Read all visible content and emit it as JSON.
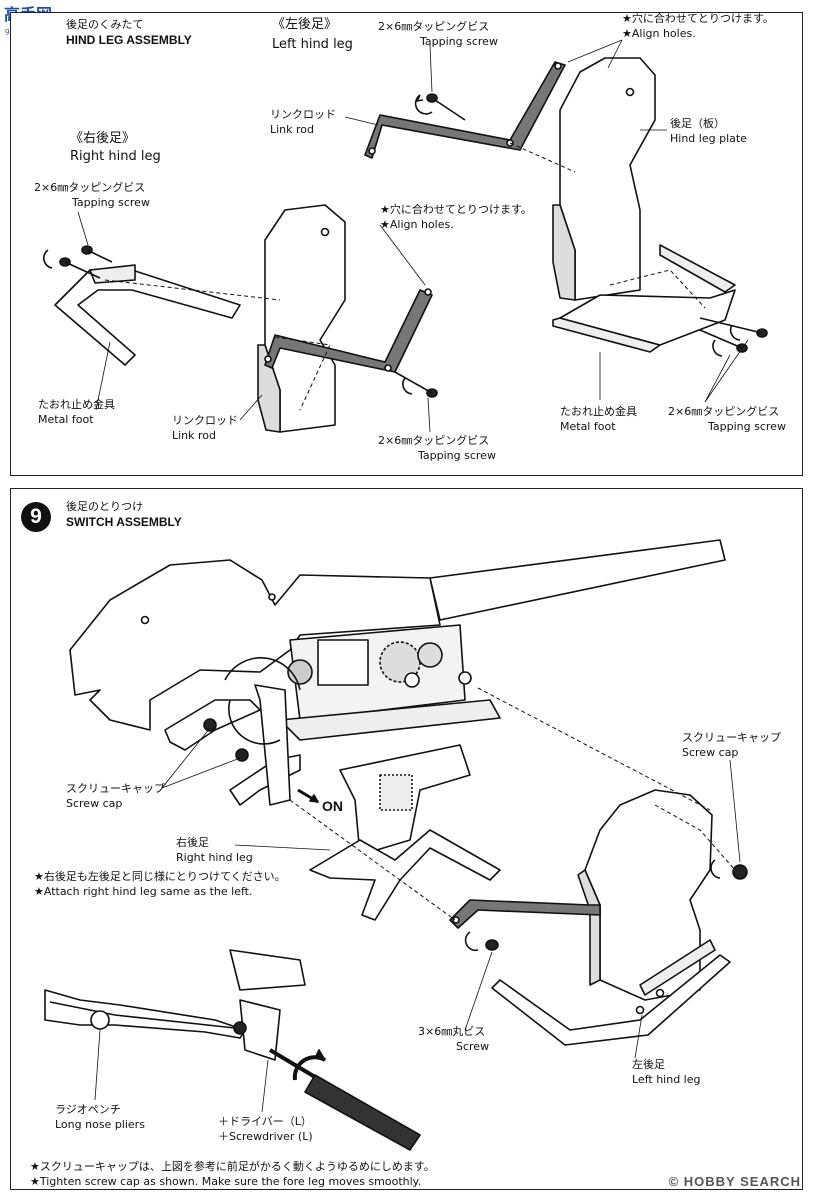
{
  "watermark": {
    "text": "高手网",
    "subtext": "gao-shou.com"
  },
  "step8": {
    "title_jp": "後足のくみたて",
    "title_en": "HIND LEG ASSEMBLY",
    "left_leg_jp": "《左後足》",
    "left_leg_en": "Left hind leg",
    "right_leg_jp": "《右後足》",
    "right_leg_en": "Right hind leg",
    "screw_jp": "2×6㎜タッピングビス",
    "screw_en": "Tapping screw",
    "align_jp": "★穴に合わせてとりつけます。",
    "align_en": "★Align holes.",
    "link_rod_jp": "リンクロッド",
    "link_rod_en": "Link rod",
    "plate_jp": "後足（板）",
    "plate_en": "Hind leg plate",
    "foot_jp": "たおれ止め金具",
    "foot_en": "Metal foot"
  },
  "step9": {
    "number": "9",
    "title_jp": "後足のとりつけ",
    "title_en": "SWITCH ASSEMBLY",
    "cap_jp": "スクリューキャップ",
    "cap_en": "Screw cap",
    "on_label": "ON",
    "right_leg_jp": "右後足",
    "right_leg_en": "Right hind leg",
    "note_jp": "★右後足も左後足と同じ様にとりつけてください。",
    "note_en": "★Attach right hind leg same as the left.",
    "round_screw_jp": "3×6㎜丸ビス",
    "round_screw_en": "Screw",
    "left_leg_jp": "左後足",
    "left_leg_en": "Left hind leg",
    "pliers_jp": "ラジオペンチ",
    "pliers_en": "Long nose pliers",
    "driver_jp": "＋ドライバー（L）",
    "driver_en": "＋Screwdriver (L)",
    "tighten_jp": "★スクリューキャップは、上図を参考に前足がかるく動くようゆるめにしめます。",
    "tighten_en": "★Tighten screw cap as shown. Make sure the fore leg moves smoothly."
  },
  "footer": {
    "logo": "HOBBY SEARCH",
    "copyright": "©"
  }
}
